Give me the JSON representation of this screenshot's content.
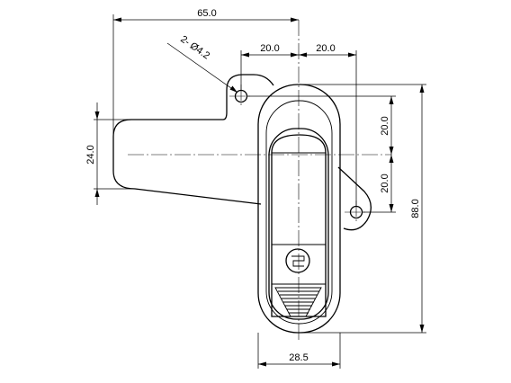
{
  "dimensions": {
    "overall_width": "65.0",
    "hole_spacing_left": "20.0",
    "hole_spacing_right": "20.0",
    "hole_callout": "2- Ø4.2",
    "handle_height": "24.0",
    "hole_vertical_upper": "20.0",
    "hole_vertical_lower": "20.0",
    "overall_height": "88.0",
    "body_width": "28.5"
  }
}
